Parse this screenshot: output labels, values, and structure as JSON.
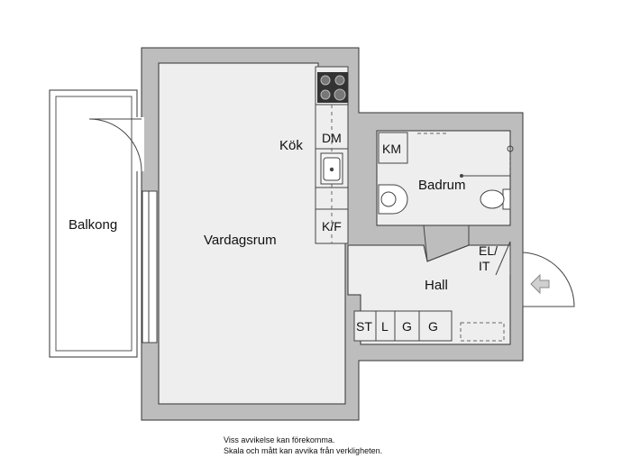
{
  "rooms": {
    "balkong": "Balkong",
    "vardagsrum": "Vardagsrum",
    "kok": "Kök",
    "badrum": "Badrum",
    "hall": "Hall"
  },
  "fixtures": {
    "dm": "DM",
    "kf": "K/F",
    "km": "KM",
    "el_line1": "EL/",
    "el_line2": "IT",
    "st": "ST",
    "l": "L",
    "g1": "G",
    "g2": "G"
  },
  "footer": {
    "line1": "Viss avvikelse kan förekomma.",
    "line2": "Skala och mått kan avvika från verkligheten."
  }
}
